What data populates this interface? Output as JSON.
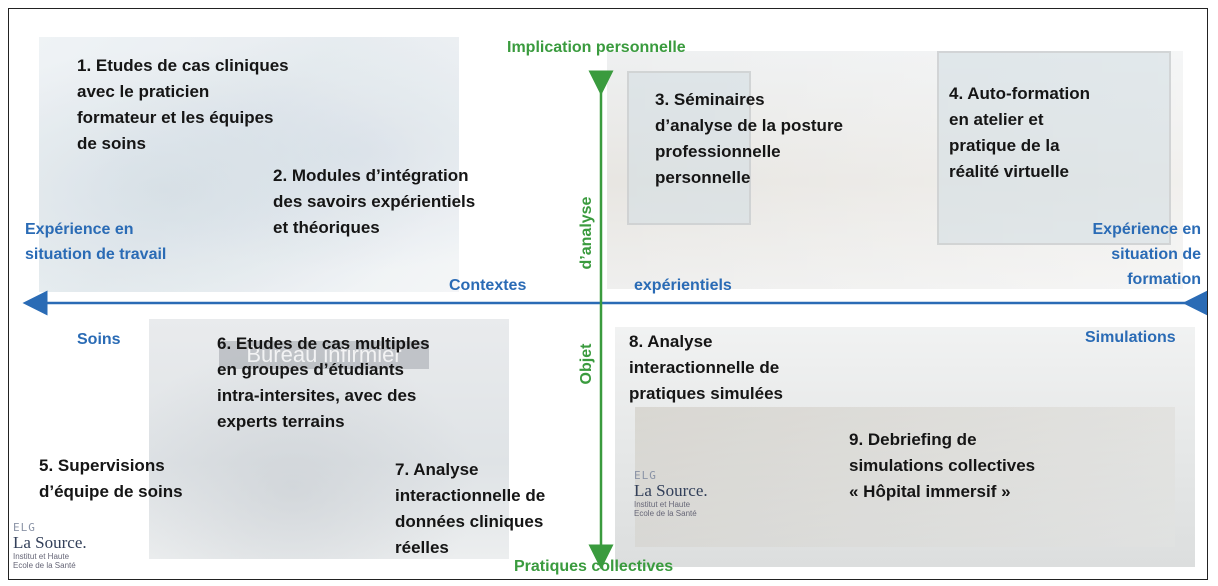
{
  "axes": {
    "top": "Implication personnelle",
    "bottom": "Pratiques collectives",
    "left": "Expérience en situation de travail",
    "right": "Expérience en situation de formation",
    "center_left": "Contextes",
    "center_right": "expérientiels",
    "vertical_upper": "d’analyse",
    "vertical_lower": "Objet",
    "left_lower": "Soins",
    "right_lower": "Simulations"
  },
  "items": {
    "i1": [
      "1. Etudes de cas cliniques",
      "avec le praticien",
      "formateur et les équipes",
      "de soins"
    ],
    "i2": [
      "2. Modules d’intégration",
      "des savoirs expérientiels",
      "et théoriques"
    ],
    "i3": [
      "3. Séminaires",
      "d’analyse de la posture",
      "professionnelle",
      "personnelle"
    ],
    "i4": [
      "4. Auto-formation",
      "en atelier et",
      "pratique de la",
      "réalité virtuelle"
    ],
    "i5": [
      "5. Supervisions",
      "d’équipe de soins"
    ],
    "i6": [
      "6. Etudes de cas multiples",
      "en groupes d’étudiants",
      "intra-intersites, avec des",
      "experts terrains"
    ],
    "i7": [
      "7. Analyse",
      "interactionnelle de",
      "données cliniques",
      "réelles"
    ],
    "i8": [
      "8. Analyse",
      "interactionnelle de",
      "pratiques simulées"
    ],
    "i9": [
      "9. Debriefing de",
      "simulations collectives",
      "« Hôpital immersif »"
    ]
  },
  "logos": {
    "mark": "ELG",
    "name": "La Source.",
    "sub1": "Institut et Haute",
    "sub2": "Ecole de la Santé"
  },
  "photo_sign": "Bureau infirmier",
  "colors": {
    "horizontal_axis": "#2a6bb5",
    "vertical_axis": "#3a9b3e",
    "text": "#151515"
  }
}
